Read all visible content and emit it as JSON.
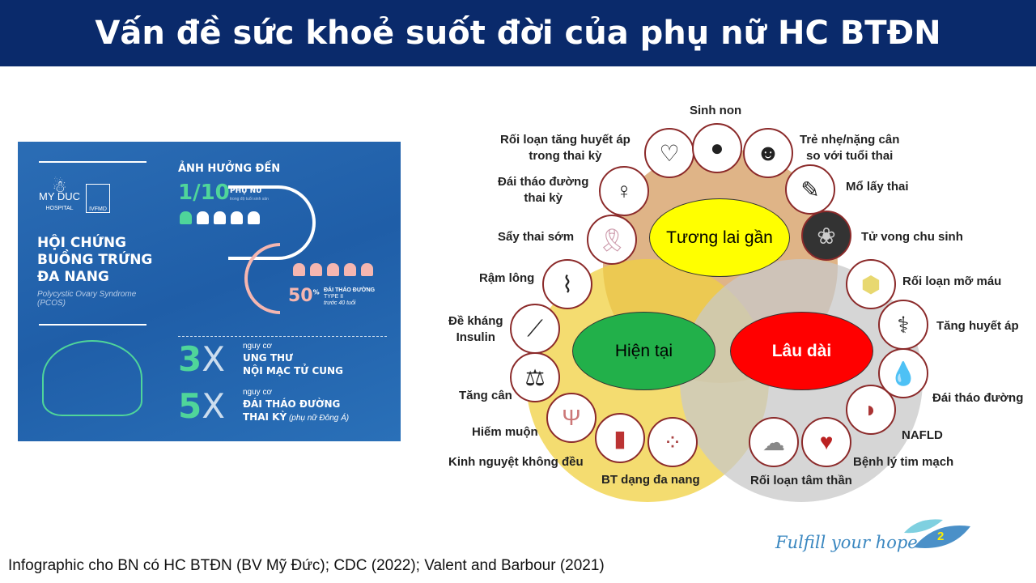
{
  "title": "Vấn đề sức khoẻ suốt đời của phụ nữ HC BTĐN",
  "infographic": {
    "logo1": "MY DUC",
    "logo1_sub": "HOSPITAL",
    "logo2": "IVFMD",
    "heading": [
      "HỘI CHỨNG",
      "BUỒNG TRỨNG",
      "ĐA NANG"
    ],
    "english": "Polycystic Ovary Syndrome",
    "abbr": "(PCOS)",
    "affect_label": "ẢNH HƯỞNG ĐẾN",
    "ratio": "1/10",
    "ratio_label": "PHỤ NỮ",
    "ratio_sub": "trong độ tuổi sinh sản",
    "pct": "50",
    "pct_sign": "%",
    "pct_label": "ĐÁI THÁO ĐƯỜNG",
    "pct_type": "TYPE II",
    "pct_sub": "trước 40 tuổi",
    "risk1_num": "3",
    "risk1_pre": "nguy cơ",
    "risk1_l1": "UNG THƯ",
    "risk1_l2": "NỘI MẠC TỬ CUNG",
    "risk2_num": "5",
    "risk2_pre": "nguy cơ",
    "risk2_l1": "ĐÁI THÁO ĐƯỜNG",
    "risk2_l2": "THAI KỲ",
    "risk2_note": "(phụ nữ Đông Á)",
    "x": "X"
  },
  "diagram": {
    "near": "Tương lai gần",
    "present": "Hiện tại",
    "long": "Lâu dài",
    "labels": {
      "sinh_non": "Sinh non",
      "tha": [
        "Rối loạn tăng huyết áp",
        "trong thai kỳ"
      ],
      "tre": [
        "Trẻ nhẹ/nặng cân",
        "so với tuổi thai"
      ],
      "dtd_tk": [
        "Đái tháo đường",
        "thai kỳ"
      ],
      "mo": "Mổ lấy thai",
      "tu_vong": "Tử vong chu sinh",
      "say": "Sẩy thai sớm",
      "ram": "Rậm lông",
      "de_khang": [
        "Đề kháng",
        "Insulin"
      ],
      "tang_can": "Tăng cân",
      "hiem": "Hiếm muộn",
      "kinh": "Kinh nguyệt không đều",
      "bt": "BT dạng đa nang",
      "tam_than": "Rối loạn tâm thần",
      "tim": "Bệnh lý tim mạch",
      "nafld": "NAFLD",
      "dtd": "Đái tháo đường",
      "ha": "Tăng huyết áp",
      "mo_mau": "Rối loạn mỡ máu"
    },
    "colors": {
      "near": "#d9a772",
      "present": "#f0d040",
      "long": "#c8c8c8",
      "oval_near": "#ffff00",
      "oval_present": "#22b04a",
      "oval_long": "#ff0000"
    }
  },
  "footer": "Infographic cho BN có HC BTĐN (BV Mỹ Đức); CDC (2022); Valent and Barbour (2021)",
  "brand": "Fulfill your hope",
  "page": "2"
}
